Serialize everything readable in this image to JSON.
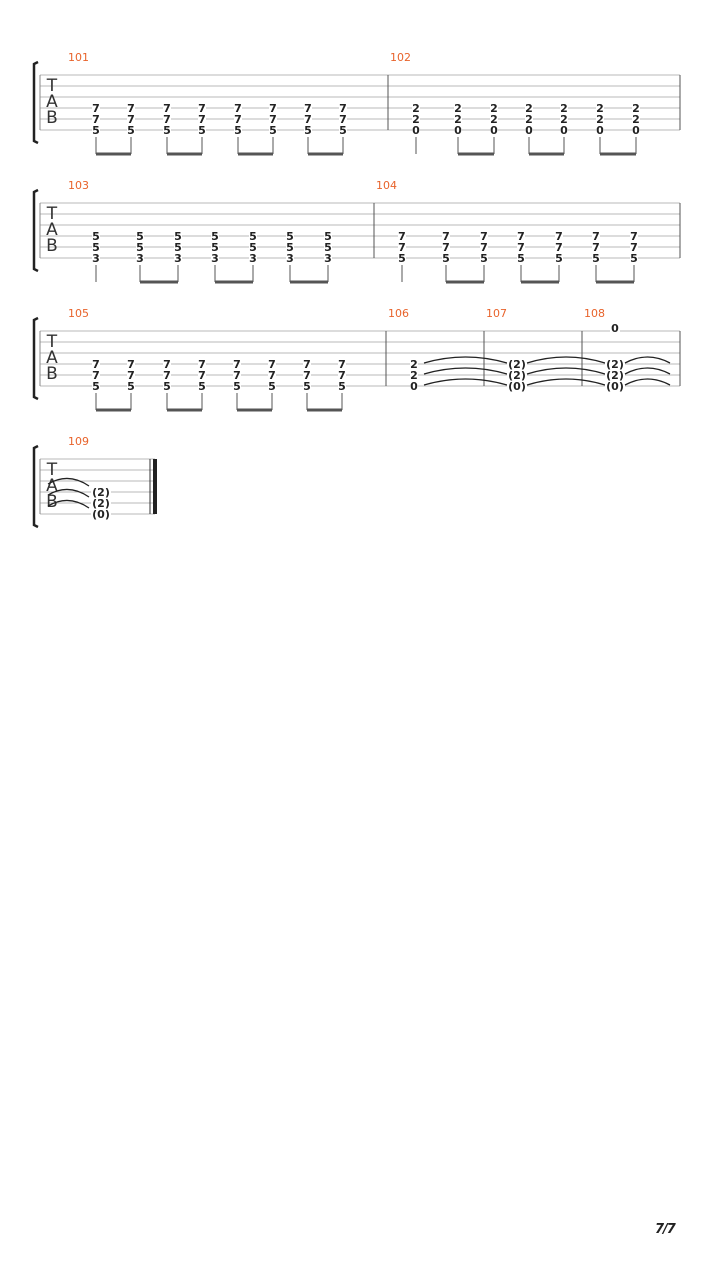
{
  "tab_clef": [
    "T",
    "A",
    "B"
  ],
  "page_number": "7/7",
  "systems": [
    {
      "measures": [
        {
          "number": "101",
          "beats": [
            [
              "7",
              "7",
              "5"
            ],
            [
              "7",
              "7",
              "5"
            ],
            [
              "7",
              "7",
              "5"
            ],
            [
              "7",
              "7",
              "5"
            ],
            [
              "7",
              "7",
              "5"
            ],
            [
              "7",
              "7",
              "5"
            ],
            [
              "7",
              "7",
              "5"
            ],
            [
              "7",
              "7",
              "5"
            ]
          ],
          "beams": [
            [
              0,
              1
            ],
            [
              2,
              3
            ],
            [
              4,
              5
            ],
            [
              6,
              7
            ]
          ]
        },
        {
          "number": "102",
          "beats": [
            [
              "2",
              "2",
              "0"
            ],
            [
              "2",
              "2",
              "0"
            ],
            [
              "2",
              "2",
              "0"
            ],
            [
              "2",
              "2",
              "0"
            ],
            [
              "2",
              "2",
              "0"
            ],
            [
              "2",
              "2",
              "0"
            ],
            [
              "2",
              "2",
              "0"
            ]
          ],
          "beams": [
            [
              1,
              2
            ],
            [
              3,
              4
            ],
            [
              5,
              6
            ]
          ],
          "stems": [
            0
          ]
        }
      ]
    },
    {
      "measures": [
        {
          "number": "103",
          "beats": [
            [
              "5",
              "5",
              "3"
            ],
            [
              "5",
              "5",
              "3"
            ],
            [
              "5",
              "5",
              "3"
            ],
            [
              "5",
              "5",
              "3"
            ],
            [
              "5",
              "5",
              "3"
            ],
            [
              "5",
              "5",
              "3"
            ],
            [
              "5",
              "5",
              "3"
            ]
          ],
          "beams": [
            [
              1,
              2
            ],
            [
              3,
              4
            ],
            [
              5,
              6
            ]
          ],
          "stems": [
            0
          ]
        },
        {
          "number": "104",
          "beats": [
            [
              "7",
              "7",
              "5"
            ],
            [
              "7",
              "7",
              "5"
            ],
            [
              "7",
              "7",
              "5"
            ],
            [
              "7",
              "7",
              "5"
            ],
            [
              "7",
              "7",
              "5"
            ],
            [
              "7",
              "7",
              "5"
            ],
            [
              "7",
              "7",
              "5"
            ]
          ],
          "beams": [
            [
              1,
              2
            ],
            [
              3,
              4
            ],
            [
              5,
              6
            ]
          ],
          "stems": [
            0
          ]
        }
      ]
    },
    {
      "measures": [
        {
          "number": "105",
          "beats": [
            [
              "7",
              "7",
              "5"
            ],
            [
              "7",
              "7",
              "5"
            ],
            [
              "7",
              "7",
              "5"
            ],
            [
              "7",
              "7",
              "5"
            ],
            [
              "7",
              "7",
              "5"
            ],
            [
              "7",
              "7",
              "5"
            ],
            [
              "7",
              "7",
              "5"
            ],
            [
              "7",
              "7",
              "5"
            ]
          ],
          "beams": [
            [
              0,
              1
            ],
            [
              2,
              3
            ],
            [
              4,
              5
            ],
            [
              6,
              7
            ]
          ]
        },
        {
          "number": "106",
          "beats": [
            [
              "2",
              "2",
              "0"
            ]
          ]
        },
        {
          "number": "107",
          "beats": [
            [
              "(2)",
              "(2)",
              "(0)"
            ]
          ]
        },
        {
          "number": "108",
          "beats": [
            [
              "(2)",
              "(2)",
              "(0)"
            ]
          ],
          "top_note": "0"
        }
      ]
    },
    {
      "measures": [
        {
          "number": "109",
          "beats": [
            [
              "(2)",
              "(2)",
              "(0)"
            ]
          ]
        }
      ]
    }
  ]
}
